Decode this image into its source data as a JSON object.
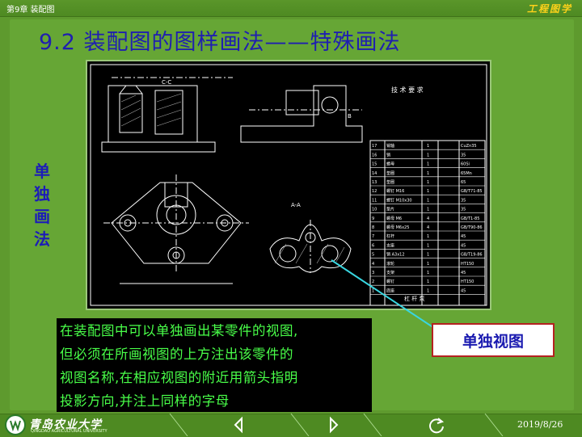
{
  "header": {
    "chapter": "第9章 装配图",
    "brand": "工程图学"
  },
  "title": "9.2 装配图的图样画法——特殊画法",
  "side_label": [
    "单",
    "独",
    "画",
    "法"
  ],
  "drawing": {
    "section_c": "C-C",
    "section_a": "A-A",
    "view_b": "B",
    "tech_title": "技 术 要 求",
    "table_rows": [
      {
        "n": "17",
        "name": "销轴",
        "q": "1",
        "m": "CuZn35"
      },
      {
        "n": "16",
        "name": "销",
        "q": "1",
        "m": "35"
      },
      {
        "n": "15",
        "name": "螺母",
        "q": "1",
        "m": "60Si"
      },
      {
        "n": "14",
        "name": "垫圈",
        "q": "1",
        "m": "65Mn"
      },
      {
        "n": "13",
        "name": "垫圈",
        "q": "1",
        "m": "65"
      },
      {
        "n": "12",
        "name": "螺钉 M16",
        "q": "1",
        "m": "GB/T71-85"
      },
      {
        "n": "11",
        "name": "螺钉 M10x30",
        "q": "1",
        "m": "35"
      },
      {
        "n": "10",
        "name": "垫片",
        "q": "1",
        "m": "35"
      },
      {
        "n": "9",
        "name": "螺母 M6",
        "q": "4",
        "m": "GB/T1-85"
      },
      {
        "n": "8",
        "name": "螺母 M6x25",
        "q": "4",
        "m": "GB/T90-86"
      },
      {
        "n": "7",
        "name": "杠杆",
        "q": "1",
        "m": "45"
      },
      {
        "n": "6",
        "name": "支座",
        "q": "1",
        "m": "45"
      },
      {
        "n": "5",
        "name": "销 A3x12",
        "q": "1",
        "m": "GB/T19-86"
      },
      {
        "n": "4",
        "name": "滚轮",
        "q": "1",
        "m": "HT150"
      },
      {
        "n": "3",
        "name": "支架",
        "q": "1",
        "m": "45"
      },
      {
        "n": "2",
        "name": "螺钉",
        "q": "1",
        "m": "HT150"
      },
      {
        "n": "1",
        "name": "底座",
        "q": "1",
        "m": "45"
      }
    ],
    "table_footer": "杠 杆 泵"
  },
  "note_lines": [
    "在装配图中可以单独画出某零件的视图,",
    "但必须在所画视图的上方注出该零件的",
    "视图名称,在相应视图的附近用箭头指明",
    "投影方向,并注上同样的字母"
  ],
  "callout_button": "单独视图",
  "footer": {
    "school": "青岛农业大学",
    "school_en": "QINGDAO AGRICULTURAL UNIVERSITY",
    "date": "2019/8/26"
  },
  "colors": {
    "background": "#5e9a2e",
    "title": "#1f1fb0",
    "note_text": "#49ff49",
    "callout_border": "#b52121",
    "leader_line": "#39d6e0"
  }
}
